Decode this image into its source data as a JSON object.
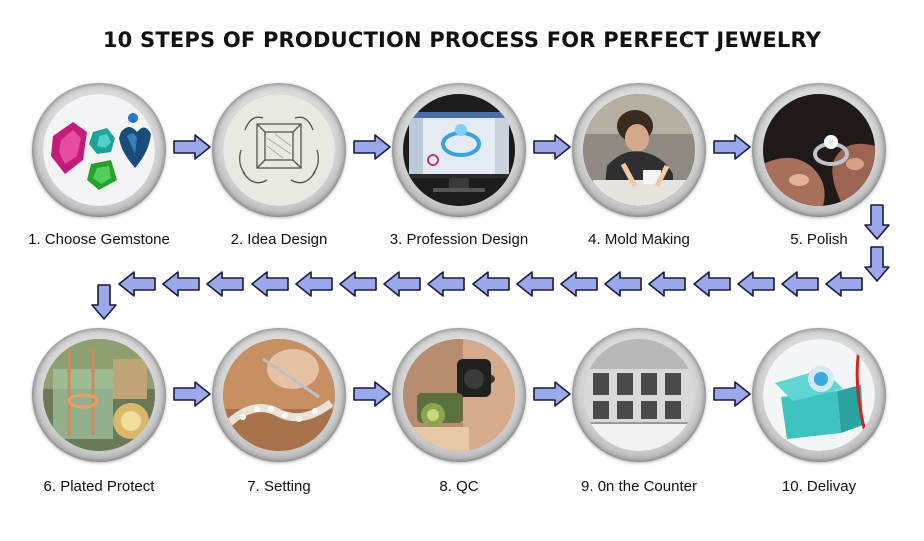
{
  "title": "10 STEPS OF PRODUCTION PROCESS FOR PERFECT JEWELRY",
  "colors": {
    "arrow_fill": "#9aa8ec",
    "arrow_stroke": "#1b1b3a",
    "ring": "#bdbdbd"
  },
  "steps": [
    {
      "label": "1. Choose Gemstone",
      "icon": "gemstones-photo"
    },
    {
      "label": "2. Idea Design",
      "icon": "ring-sketch-photo"
    },
    {
      "label": "3. Profession Design",
      "icon": "cad-monitor-photo"
    },
    {
      "label": "4. Mold Making",
      "icon": "craftsman-photo"
    },
    {
      "label": "5. Polish",
      "icon": "polishing-ring-photo"
    },
    {
      "label": "6. Plated Protect",
      "icon": "plating-photo"
    },
    {
      "label": "7. Setting",
      "icon": "stone-setting-photo"
    },
    {
      "label": "8. QC",
      "icon": "inspection-loupe-photo"
    },
    {
      "label": "9. 0n the Counter",
      "icon": "display-counter-photo"
    },
    {
      "label": "10. Delivay",
      "icon": "gift-box-photo"
    }
  ]
}
